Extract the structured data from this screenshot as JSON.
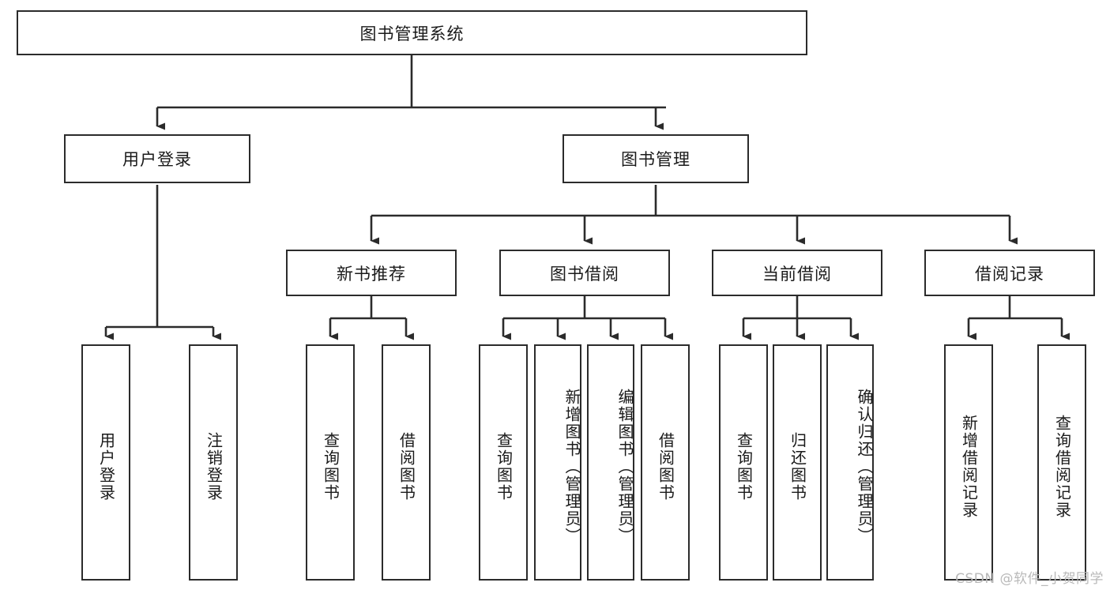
{
  "diagram": {
    "title": "图书管理系统",
    "type": "tree-hierarchy",
    "root": {
      "label": "图书管理系统"
    },
    "level2": [
      {
        "label": "用户登录"
      },
      {
        "label": "图书管理"
      }
    ],
    "level3": [
      {
        "label": "新书推荐"
      },
      {
        "label": "图书借阅"
      },
      {
        "label": "当前借阅"
      },
      {
        "label": "借阅记录"
      }
    ],
    "leaves": {
      "user_login": [
        {
          "label": "用户登录"
        },
        {
          "label": "注销登录"
        }
      ],
      "new_book_recommend": [
        {
          "label": "查询图书"
        },
        {
          "label": "借阅图书"
        }
      ],
      "book_borrow": [
        {
          "label": "查询图书"
        },
        {
          "label": "新增图书（管理员）"
        },
        {
          "label": "编辑图书（管理员）"
        },
        {
          "label": "借阅图书"
        }
      ],
      "current_borrow": [
        {
          "label": "查询图书"
        },
        {
          "label": "归还图书"
        },
        {
          "label": "确认归还（管理员）"
        }
      ],
      "borrow_records": [
        {
          "label": "新增借阅记录"
        },
        {
          "label": "查询借阅记录"
        }
      ]
    }
  },
  "watermark": {
    "text": "CSDN @软件_小贺同学"
  },
  "colors": {
    "stroke": "#2b2b2b",
    "fill": "#ffffff",
    "text": "#1a1a1a",
    "watermark": "#b9b9b9"
  }
}
